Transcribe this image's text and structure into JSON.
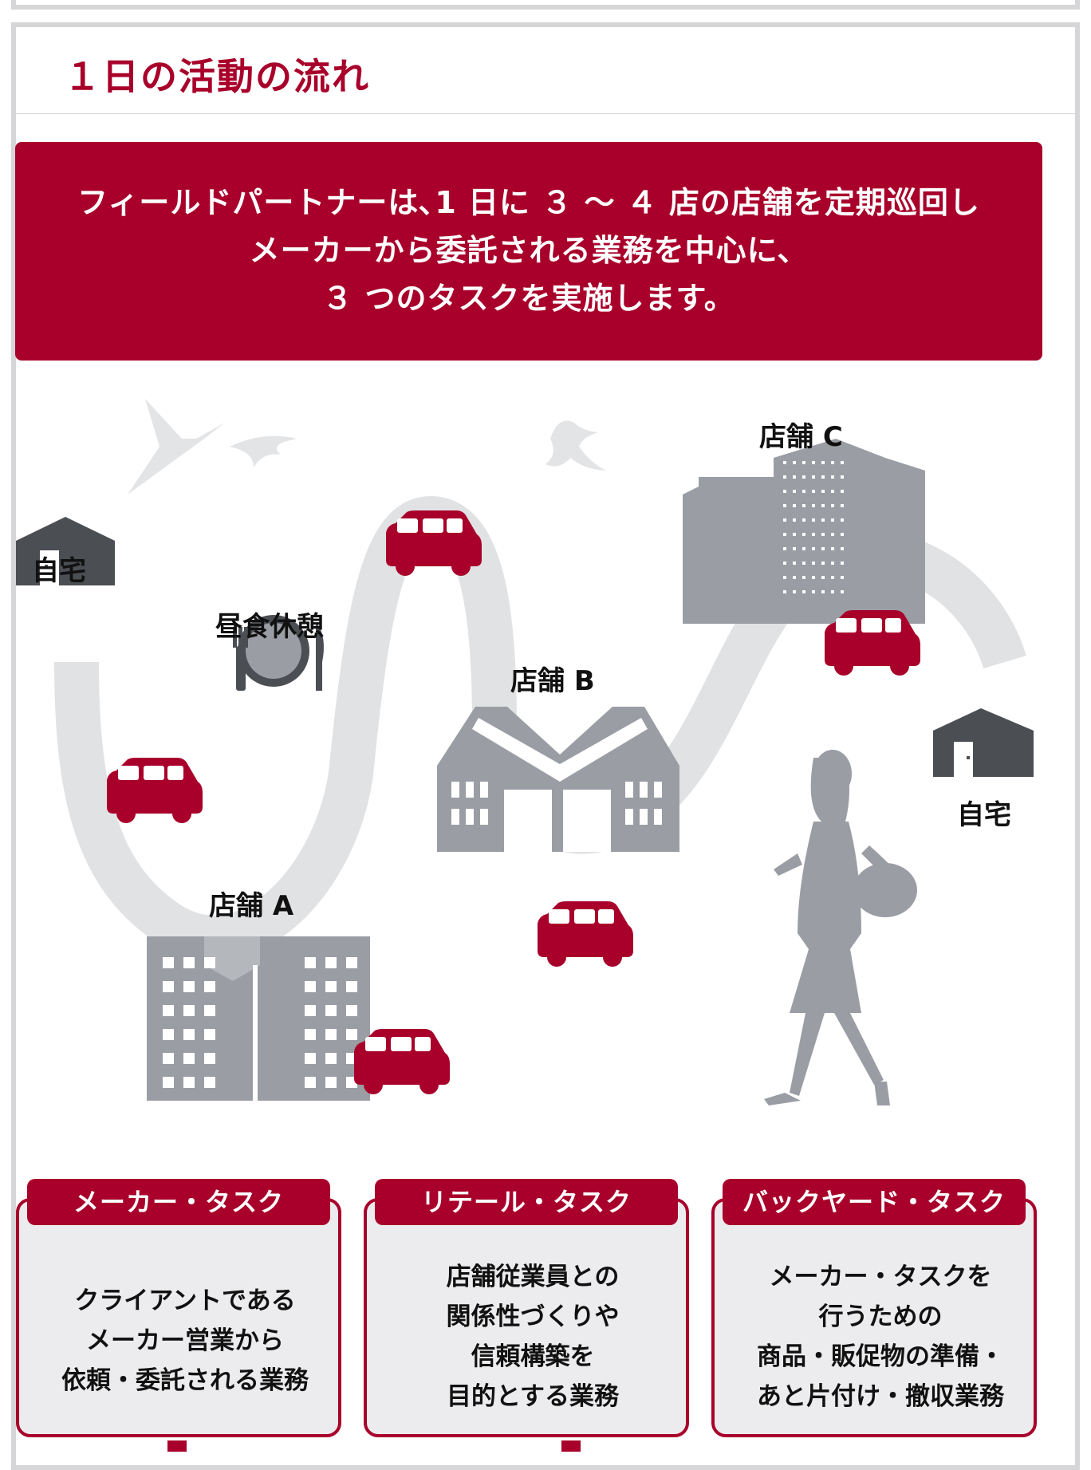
{
  "section": {
    "title": "１日の活動の流れ"
  },
  "intro": {
    "lines": [
      "フィールドパートナーは､1 日に ３ 〜 ４ 店の店舗を定期巡回し",
      "メーカーから委託される業務を中心に、",
      "３ つのタスクを実施します。"
    ]
  },
  "route": {
    "home_start": "自宅",
    "lunch": "昼食休憩",
    "store_a": "店舗 A",
    "store_b": "店舗 B",
    "store_c": "店舗 C",
    "home_end": "自宅"
  },
  "tasks": [
    {
      "title": "メーカー・タスク",
      "lines": [
        "クライアントである",
        "メーカー営業から",
        "依頼・委託される業務"
      ]
    },
    {
      "title": "リテール・タスク",
      "lines": [
        "店舗従業員との",
        "関係性づくりや",
        "信頼構築を",
        "目的とする業務"
      ]
    },
    {
      "title": "バックヤード・タスク",
      "lines": [
        "メーカー・タスクを",
        "行うための",
        "商品・販促物の準備・",
        "あと片付け・撤収業務"
      ]
    }
  ],
  "colors": {
    "brand_red": "#a8002a",
    "building_gray": "#9a9ea4",
    "road_gray": "#e1e2e4",
    "house_dark": "#4b4e53"
  }
}
